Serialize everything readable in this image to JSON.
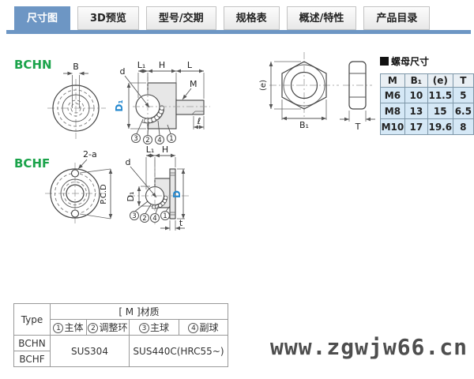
{
  "colors": {
    "accent_blue": "#6d96c4",
    "label_green": "#1aa34a",
    "dim_blue": "#2488cf",
    "table_blue": "#d5e8f6"
  },
  "tabs": {
    "items": [
      {
        "label": "尺寸图",
        "active": true
      },
      {
        "label": "3D预览",
        "active": false
      },
      {
        "label": "型号/交期",
        "active": false
      },
      {
        "label": "规格表",
        "active": false
      },
      {
        "label": "概述/特性",
        "active": false
      },
      {
        "label": "产品目录",
        "active": false
      }
    ]
  },
  "bchn": {
    "title": "BCHN",
    "dims": {
      "B": "B",
      "L1": "L₁",
      "H": "H",
      "L": "L",
      "d": "d",
      "M": "M",
      "D1": "D₁",
      "l": "ℓ"
    },
    "parts": {
      "p1": "1",
      "p2": "2",
      "p3": "3",
      "p4": "4"
    }
  },
  "bchf": {
    "title": "BCHF",
    "dims": {
      "holes": "2-a",
      "PCD": "P.C.D",
      "L1": "L₁",
      "H": "H",
      "d": "d",
      "D1": "D₁",
      "D": "D",
      "t": "t"
    },
    "parts": {
      "p1": "1",
      "p2": "2",
      "p3": "3",
      "p4": "4"
    }
  },
  "nut": {
    "section_title": "螺母尺寸",
    "dims": {
      "e": "(e)",
      "B1": "B₁",
      "T": "T"
    },
    "table": {
      "headers": [
        "M",
        "B₁",
        "(e)",
        "T"
      ],
      "rows": [
        [
          "M6",
          "10",
          "11.5",
          "5"
        ],
        [
          "M8",
          "13",
          "15",
          "6.5"
        ],
        [
          "M10",
          "17",
          "19.6",
          "8"
        ]
      ]
    }
  },
  "materials": {
    "type_header": "Type",
    "group_header": "[ M ]材质",
    "columns": [
      {
        "num": "1",
        "label": "主体"
      },
      {
        "num": "2",
        "label": "调整环"
      },
      {
        "num": "3",
        "label": "主球"
      },
      {
        "num": "4",
        "label": "副球"
      }
    ],
    "rows": [
      {
        "type": "BCHN"
      },
      {
        "type": "BCHF"
      }
    ],
    "body_material": "SUS304",
    "ball_material": "SUS440C(HRC55~)"
  },
  "watermark": {
    "text": "www.zgwjw66.cn"
  }
}
